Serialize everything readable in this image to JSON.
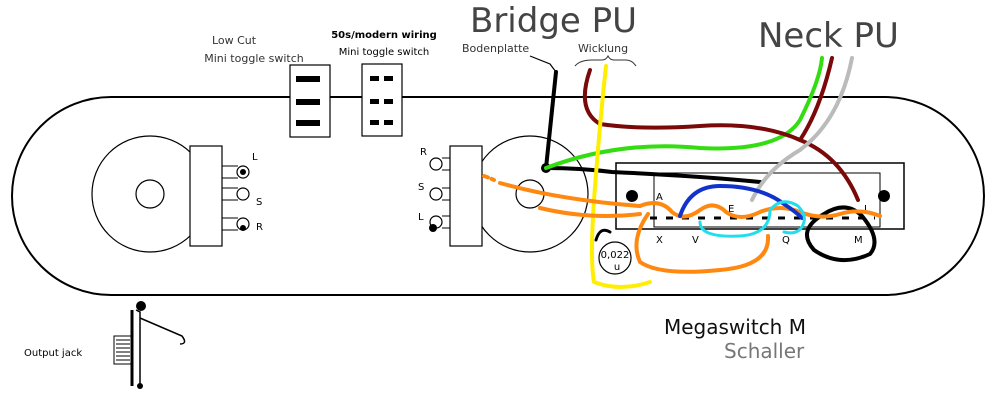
{
  "labels": {
    "bridge_pu": "Bridge PU",
    "neck_pu": "Neck PU",
    "bodenplatte": "Bodenplatte",
    "wicklung": "Wicklung",
    "low_cut_line1": "Low Cut",
    "low_cut_line2": "Mini toggle switch",
    "wiring_line1": "50s/modern wiring",
    "wiring_line2": "Mini toggle switch",
    "output_jack": "Output jack",
    "megaswitch": "Megaswitch M",
    "schaller": "Schaller",
    "capacitor_value": "0,022",
    "capacitor_unit": "u"
  },
  "pot_left_terminals": [
    "L",
    "S",
    "R"
  ],
  "pot_right_terminals": [
    "R",
    "S",
    "L"
  ],
  "switch_terminals_top": [
    "A",
    "E",
    "L"
  ],
  "switch_terminals_bottom": [
    "X",
    "V",
    "Q",
    "M"
  ],
  "colors": {
    "black": "#000000",
    "green": "#33dd11",
    "darkred": "#7a0a0a",
    "yellow": "#ffee00",
    "gray": "#bbbbbb",
    "orange": "#ff8811",
    "blue": "#1133cc",
    "cyan": "#22ddee"
  }
}
